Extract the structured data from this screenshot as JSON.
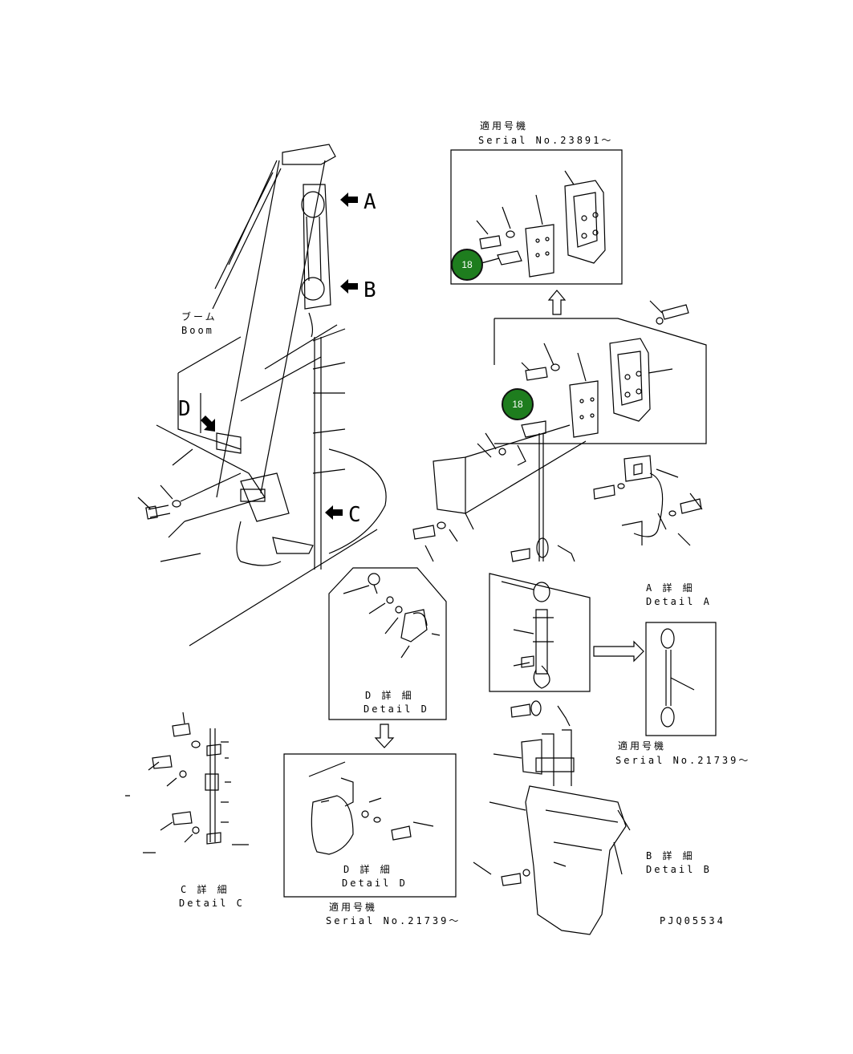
{
  "colors": {
    "line": "#000000",
    "badge_fill": "#1e7d1e",
    "badge_text": "#ffffff"
  },
  "callouts": {
    "a": "A",
    "b": "B",
    "c": "C",
    "d": "D"
  },
  "boom": {
    "ja": "ブーム",
    "en": "Boom"
  },
  "serial_top": {
    "ja": "適用号機",
    "en": "Serial No.23891～"
  },
  "serial_bottom": {
    "ja": "適用号機",
    "en": "Serial No.21739～"
  },
  "serial_right": {
    "ja": "適用号機",
    "en": "Serial No.21739～"
  },
  "detail_a": {
    "ja": "A 詳 細",
    "en": "Detail A"
  },
  "detail_b": {
    "ja": "B 詳 細",
    "en": "Detail B"
  },
  "detail_c": {
    "ja": "C 詳 細",
    "en": "Detail C"
  },
  "detail_d_upper": {
    "ja": "D 詳 細",
    "en": "Detail D"
  },
  "detail_d_lower": {
    "ja": "D 詳 細",
    "en": "Detail D"
  },
  "badges": [
    {
      "label": "18"
    },
    {
      "label": "18"
    }
  ],
  "drawing_code": "PJQ05534",
  "icons": {
    "arrow": "solid-left-arrow-icon",
    "hollow": "hollow-arrow-icon"
  }
}
